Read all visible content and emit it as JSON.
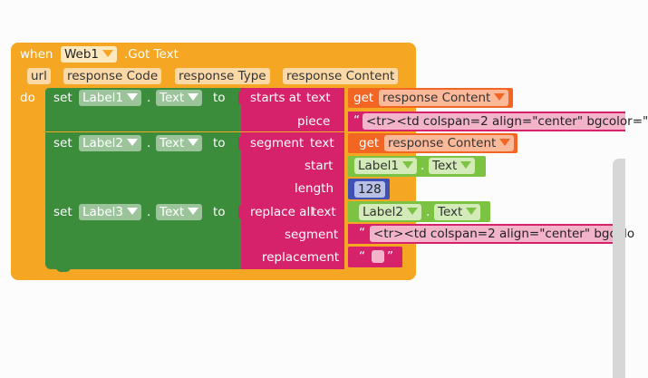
{
  "event": {
    "when": "when",
    "component": "Web1",
    "event_name": ".Got Text",
    "params": [
      "url",
      "response Code",
      "response Type",
      "response Content"
    ],
    "do": "do"
  },
  "statements": [
    {
      "set": "set",
      "component": "Label1",
      "dot": ".",
      "property": "Text",
      "to": "to",
      "func": "starts at",
      "slots": [
        {
          "name": "text",
          "kind": "get",
          "get": "get",
          "var": "response Content"
        },
        {
          "name": "piece",
          "kind": "string",
          "value": "<tr><td colspan=2 align=\"center\" bgcolor=\""
        }
      ]
    },
    {
      "set": "set",
      "component": "Label2",
      "dot": ".",
      "property": "Text",
      "to": "to",
      "func": "segment",
      "slots": [
        {
          "name": "text",
          "kind": "get",
          "get": "get",
          "var": "response Content"
        },
        {
          "name": "start",
          "kind": "prop",
          "component": "Label1",
          "dot": ".",
          "property": "Text"
        },
        {
          "name": "length",
          "kind": "number",
          "value": "128"
        }
      ]
    },
    {
      "set": "set",
      "component": "Label3",
      "dot": ".",
      "property": "Text",
      "to": "to",
      "func": "replace all",
      "slots": [
        {
          "name": "text",
          "kind": "prop",
          "component": "Label2",
          "dot": ".",
          "property": "Text"
        },
        {
          "name": "segment",
          "kind": "string",
          "value": "<tr><td colspan=2 align=\"center\" bgcolo"
        },
        {
          "name": "replacement",
          "kind": "string",
          "value": ""
        }
      ]
    }
  ],
  "quote_open": "“",
  "quote_close": "”",
  "colors": {
    "event": "#f5a623",
    "component": "#3b8c3b",
    "text_func": "#d6226a",
    "variable": "#f26522",
    "math": "#3f51b5",
    "background": "#fcfcfc"
  }
}
